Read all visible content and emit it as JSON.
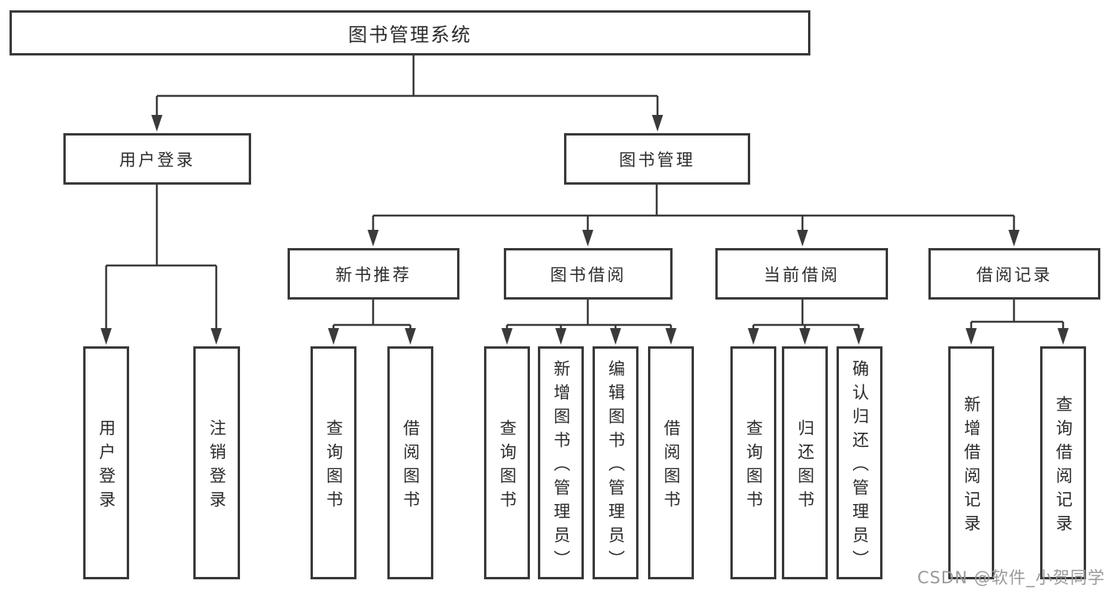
{
  "tree": {
    "root": "图书管理系统",
    "level2": [
      {
        "id": "user-login",
        "label": "用户登录"
      },
      {
        "id": "book-management",
        "label": "图书管理"
      }
    ],
    "level3": [
      {
        "id": "new-book-recommend",
        "label": "新书推荐"
      },
      {
        "id": "book-borrow",
        "label": "图书借阅"
      },
      {
        "id": "current-borrow",
        "label": "当前借阅"
      },
      {
        "id": "borrow-records",
        "label": "借阅记录"
      }
    ],
    "leaves": {
      "user_login": [
        "用户登录",
        "注销登录"
      ],
      "new_book": [
        "查询图书",
        "借阅图书"
      ],
      "book_borrow": [
        "查询图书",
        "新增图书（管理员）",
        "编辑图书（管理员）",
        "借阅图书"
      ],
      "current_borrow": [
        "查询图书",
        "归还图书",
        "确认归还（管理员）"
      ],
      "borrow_records": [
        "新增借阅记录",
        "查询借阅记录"
      ]
    }
  },
  "watermark": "CSDN @软件_小贺同学",
  "colors": {
    "line": "#3a3a3a",
    "text": "#2b2b2b",
    "box_background": "#ffffff",
    "watermark": "#9a9a9a"
  }
}
